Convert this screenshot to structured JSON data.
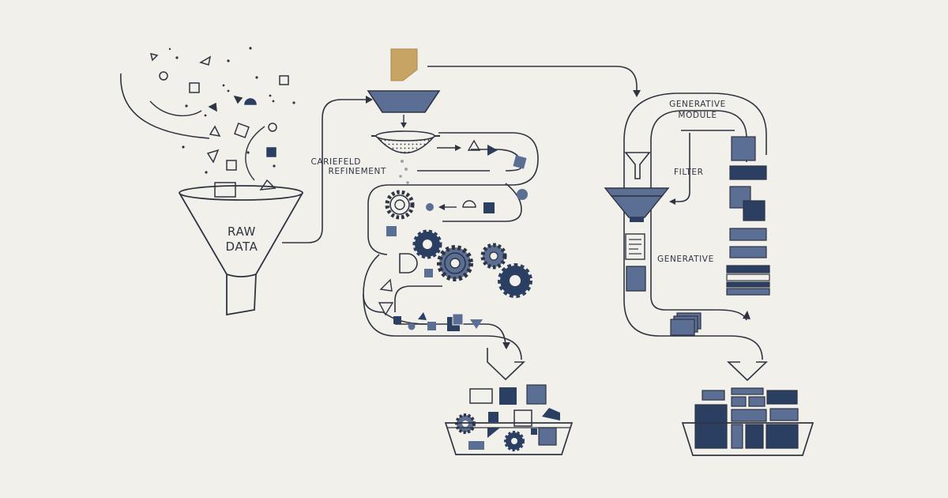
{
  "labels": {
    "raw_top": "RAW",
    "raw_bottom": "DATA",
    "refine_top": "CARIEFELD",
    "refine_bottom": "REFINEMENT",
    "gen_module_top": "GENERATIVE",
    "gen_module_bottom": "MODULE",
    "filter": "FILTER",
    "generative": "GENERATIVE"
  },
  "colors": {
    "background": "#f2f0ea",
    "line": "#2f3442",
    "navy": "#2b3f63",
    "steel": "#5b6f95",
    "gold": "#c7a463"
  }
}
